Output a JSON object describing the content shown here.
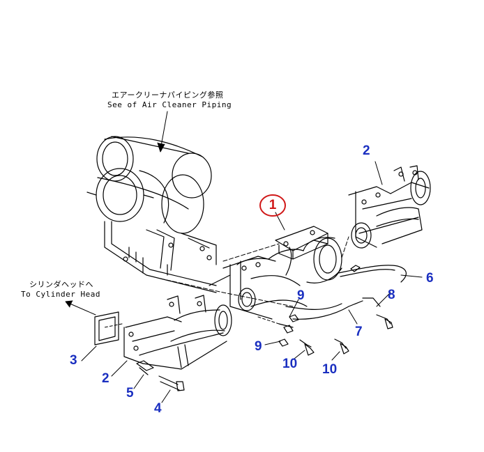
{
  "notes": {
    "air_cleaner_jp": "エアークリーナパイピング参照",
    "air_cleaner_en": "See  of Air Cleaner Piping",
    "cylinder_head_jp": "シリンダヘッドへ",
    "cylinder_head_en": "To Cylinder Head"
  },
  "callouts": {
    "c1": "1",
    "c2a": "2",
    "c2b": "2",
    "c3": "3",
    "c4": "4",
    "c5": "5",
    "c6": "6",
    "c7": "7",
    "c8": "8",
    "c9a": "9",
    "c9b": "9",
    "c10a": "10",
    "c10b": "10"
  },
  "colors": {
    "callout": "#1a2fc0",
    "highlight": "#d01818",
    "line": "#000000"
  }
}
